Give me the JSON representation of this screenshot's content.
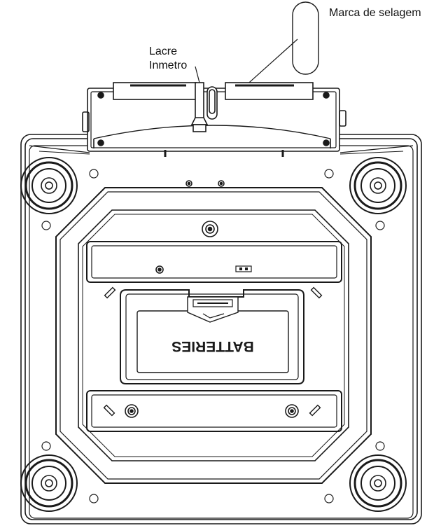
{
  "labels": {
    "seal_mark": "Marca de selagem",
    "lacre_line1": "Lacre",
    "lacre_line2": "Inmetro"
  },
  "battery_cover_text": "BATTERIES",
  "colors": {
    "line": "#1a1a1a",
    "background": "#ffffff"
  }
}
